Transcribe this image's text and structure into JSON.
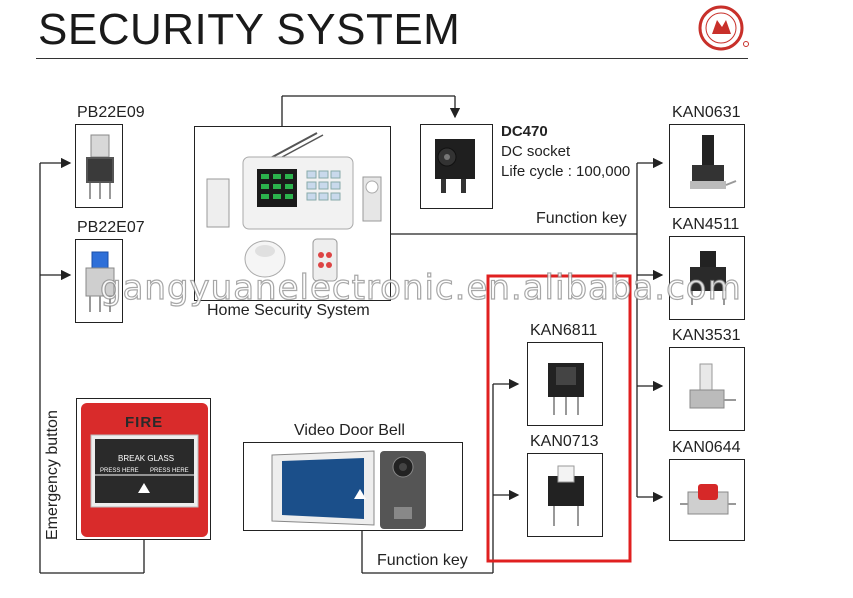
{
  "title": "SECURITY SYSTEM",
  "logo_icon": "company-seal-logo",
  "watermark": "gangyuanelectronic.en.alibaba.com",
  "left_switches": [
    {
      "label": "PB22E09"
    },
    {
      "label": "PB22E07"
    }
  ],
  "home_security": {
    "label": "Home Security System"
  },
  "dc_socket": {
    "model": "DC470",
    "type": "DC socket",
    "life": "Life cycle : 100,000"
  },
  "function_key_top": "Function key",
  "function_key_bottom": "Function key",
  "emergency": {
    "label": "Emergency button",
    "fire_text": "FIRE",
    "break_glass": "BREAK GLASS",
    "press_here": "PRESS HERE"
  },
  "video_door_bell": {
    "label": "Video Door Bell"
  },
  "middle_switches": [
    {
      "label": "KAN6811"
    },
    {
      "label": "KAN0713"
    }
  ],
  "right_switches": [
    {
      "label": "KAN0631"
    },
    {
      "label": "KAN4511"
    },
    {
      "label": "KAN3531"
    },
    {
      "label": "KAN0644"
    }
  ],
  "highlight_color": "#e02020"
}
